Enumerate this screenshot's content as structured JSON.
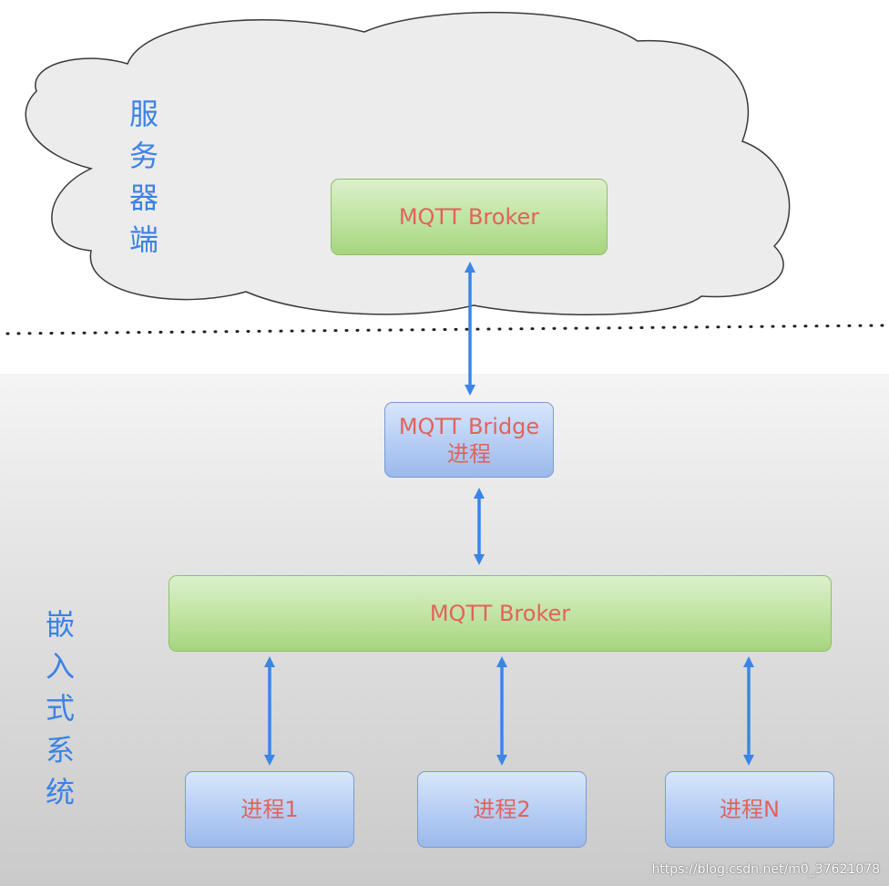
{
  "server": {
    "label_chars": [
      "服",
      "务",
      "器",
      "端"
    ],
    "broker_label": "MQTT Broker"
  },
  "embedded": {
    "label_chars": [
      "嵌",
      "入",
      "式",
      "系",
      "统"
    ],
    "bridge_label_line1": "MQTT Bridge",
    "bridge_label_line2": "进程",
    "broker_label": "MQTT Broker",
    "processes": [
      "进程1",
      "进程2",
      "进程N"
    ]
  },
  "watermark": "https://blog.csdn.net/m0_37621078",
  "colors": {
    "label_blue": "#3b82e6",
    "box_text_red": "#e2625c",
    "arrow_blue": "#3a86e6",
    "green_box": "#c2e4a4",
    "blue_box": "#b8cff4"
  }
}
